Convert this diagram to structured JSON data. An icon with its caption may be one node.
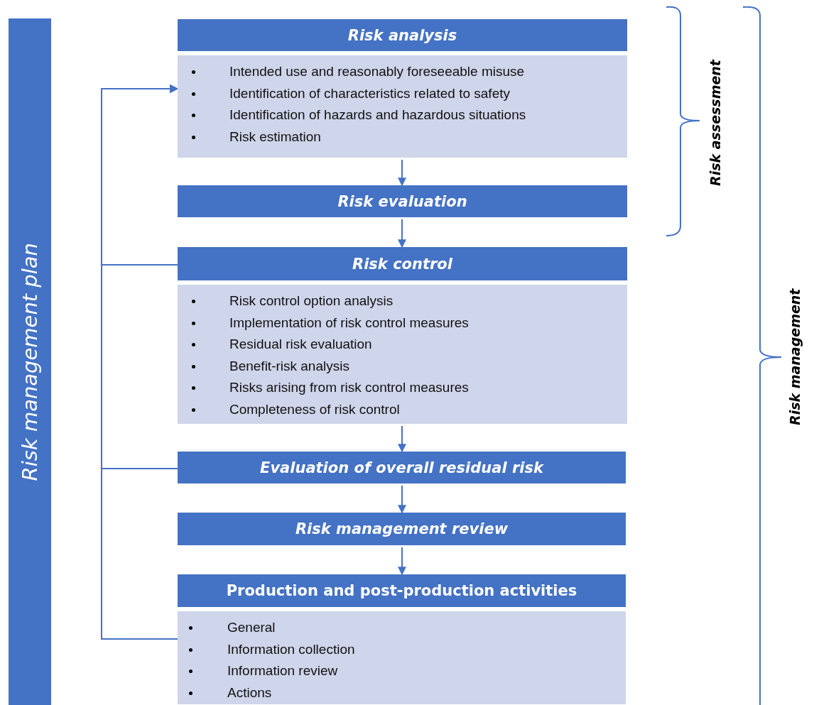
{
  "diagram": {
    "nodes": [
      {
        "text": [
          "Risk management plan"
        ]
      },
      {
        "text": [
          "Risk analysis",
          "Intended use and reasonably foreseeable misuse",
          "Identification of characteristics related to safety",
          "Identification of hazards and hazardous situations",
          "Risk estimation"
        ]
      },
      {
        "text": [
          "Risk evaluation"
        ]
      },
      {
        "text": [
          "Risk control",
          "Risk control option analysis",
          "Implementation of risk control measures",
          "Residual risk evaluation",
          "Benefit-risk analysis",
          "Risks arising from risk control measures",
          "Completeness of risk control"
        ]
      },
      {
        "text": [
          "Evaluation of overall residual risk"
        ]
      },
      {
        "text": [
          "Risk management review"
        ]
      },
      {
        "text": [
          "Production and post-production activities",
          "General",
          "Information collection",
          "Information review",
          "Actions"
        ]
      }
    ],
    "edges": [
      {
        "from": 1,
        "to": 2,
        "arrow": "to"
      },
      {
        "from": 2,
        "to": 3,
        "arrow": "to"
      },
      {
        "from": 3,
        "to": 4,
        "arrow": "to"
      },
      {
        "from": 4,
        "to": 5,
        "arrow": "to"
      },
      {
        "from": 5,
        "to": 6,
        "arrow": "to"
      },
      {
        "from": 3,
        "to": 1,
        "arrow": "to"
      },
      {
        "from": 4,
        "to": 1,
        "arrow": "to"
      },
      {
        "from": 6,
        "to": 1,
        "arrow": "to"
      }
    ],
    "labels": [
      "Risk assessment",
      "Risk management"
    ]
  }
}
